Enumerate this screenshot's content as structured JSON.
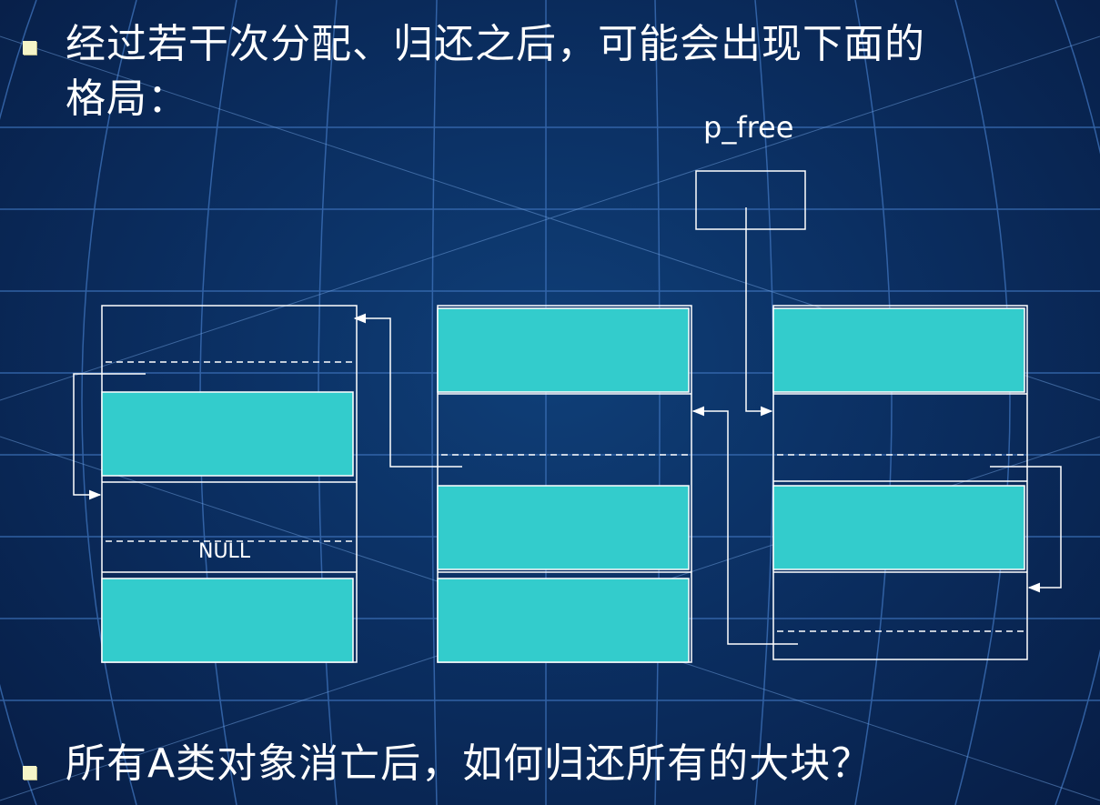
{
  "slide": {
    "bullet1": {
      "line1": "经过若干次分配、归还之后，可能会出现下面的",
      "line2": "格局："
    },
    "bullet2": "所有A类对象消亡后，如何归还所有的大块？"
  },
  "diagram": {
    "pointer_label": "p_free",
    "null_label": "NULL"
  },
  "colors": {
    "background": "#0b2f62",
    "grid": "#4a7fc4",
    "allocated_fill": "#33cccc",
    "bullet": "#f4f4c8",
    "line": "#ffffff"
  }
}
